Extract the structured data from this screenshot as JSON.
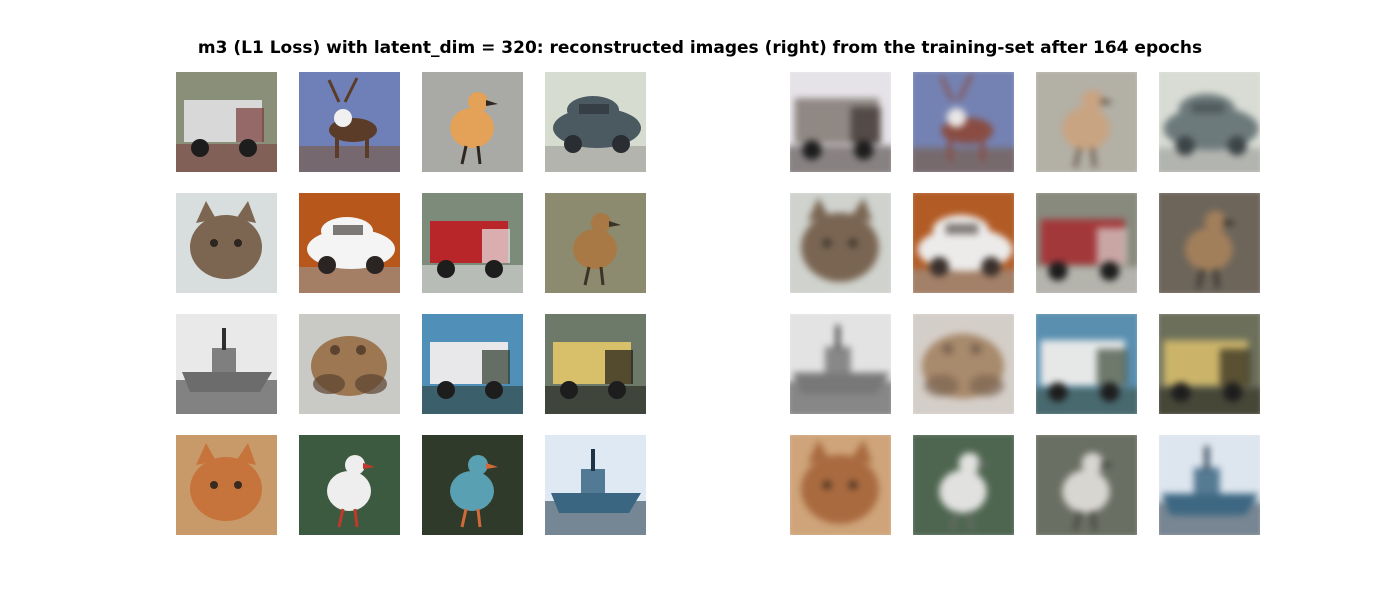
{
  "title": "m3 (L1 Loss) with latent_dim = 320: reconstructed images (right) from the training-set after 164 epochs",
  "original_images": [
    {
      "subject": "truck",
      "bg": "#8a8f7a",
      "main": "#d8d8d8",
      "accent": "#7a3b3b"
    },
    {
      "subject": "deer",
      "bg": "#6f7fb8",
      "main": "#5a3c28",
      "accent": "#f0f0f0"
    },
    {
      "subject": "bird",
      "bg": "#a9a9a6",
      "main": "#e3a257",
      "accent": "#2d2720"
    },
    {
      "subject": "car",
      "bg": "#d6dcd0",
      "main": "#4b5961",
      "accent": "#2a2e33"
    },
    {
      "subject": "cat",
      "bg": "#d8dedd",
      "main": "#7d6651",
      "accent": "#2c2520"
    },
    {
      "subject": "car",
      "bg": "#b7571c",
      "main": "#f4f4f4",
      "accent": "#2a2422"
    },
    {
      "subject": "truck",
      "bg": "#7c8b7a",
      "main": "#b9262a",
      "accent": "#e8e8e8"
    },
    {
      "subject": "bird",
      "bg": "#8c8a6f",
      "main": "#a87945",
      "accent": "#3b3326"
    },
    {
      "subject": "ship",
      "bg": "#e9e9e9",
      "main": "#6c6c6c",
      "accent": "#2e2e2e"
    },
    {
      "subject": "frog",
      "bg": "#c9c9c6",
      "main": "#9c7752",
      "accent": "#5b4330"
    },
    {
      "subject": "truck",
      "bg": "#4f8fb8",
      "main": "#e8e8ea",
      "accent": "#2d3a2c"
    },
    {
      "subject": "truck",
      "bg": "#6d7a6a",
      "main": "#d8bf6a",
      "accent": "#1c1a16"
    },
    {
      "subject": "cat",
      "bg": "#c89a6a",
      "main": "#c7743c",
      "accent": "#3a2a1f"
    },
    {
      "subject": "bird",
      "bg": "#3c5a3f",
      "main": "#eeeeee",
      "accent": "#c0392b"
    },
    {
      "subject": "bird",
      "bg": "#2f3a2a",
      "main": "#5aa0b3",
      "accent": "#d06a3a"
    },
    {
      "subject": "ship",
      "bg": "#dfe9f3",
      "main": "#3a6682",
      "accent": "#1e3446"
    }
  ],
  "reconstructed_images": [
    {
      "subject": "truck",
      "bg": "#e6e3e8",
      "main": "#8f8883",
      "accent": "#3a312d"
    },
    {
      "subject": "deer",
      "bg": "#7482b3",
      "main": "#8a4c42",
      "accent": "#e9e6e5"
    },
    {
      "subject": "bird",
      "bg": "#b3b0a6",
      "main": "#c9a482",
      "accent": "#5b4a3a"
    },
    {
      "subject": "car",
      "bg": "#d8dcd4",
      "main": "#6d7a7c",
      "accent": "#3c4447"
    },
    {
      "subject": "cat",
      "bg": "#cfd2cd",
      "main": "#7a6552",
      "accent": "#3b332c"
    },
    {
      "subject": "car",
      "bg": "#b25b25",
      "main": "#ecebea",
      "accent": "#3a302b"
    },
    {
      "subject": "truck",
      "bg": "#888a7e",
      "main": "#a3383a",
      "accent": "#d9d6d2"
    },
    {
      "subject": "bird",
      "bg": "#6d655a",
      "main": "#a27f5b",
      "accent": "#2a2622"
    },
    {
      "subject": "ship",
      "bg": "#e3e3e3",
      "main": "#787878",
      "accent": "#3d3d3d"
    },
    {
      "subject": "frog",
      "bg": "#d4cec8",
      "main": "#a88a6c",
      "accent": "#7a6450"
    },
    {
      "subject": "truck",
      "bg": "#5a8fb0",
      "main": "#e6e8e8",
      "accent": "#3b4a38"
    },
    {
      "subject": "truck",
      "bg": "#6c705b",
      "main": "#cbb46a",
      "accent": "#2a261c"
    },
    {
      "subject": "cat",
      "bg": "#cfa47a",
      "main": "#a96a3f",
      "accent": "#4a3324"
    },
    {
      "subject": "bird",
      "bg": "#4e6650",
      "main": "#e1e1df",
      "accent": "#6e6e6a"
    },
    {
      "subject": "bird",
      "bg": "#6a6f63",
      "main": "#d8d6d0",
      "accent": "#3a3a34"
    },
    {
      "subject": "ship",
      "bg": "#dde5ee",
      "main": "#3d6782",
      "accent": "#243848"
    }
  ]
}
